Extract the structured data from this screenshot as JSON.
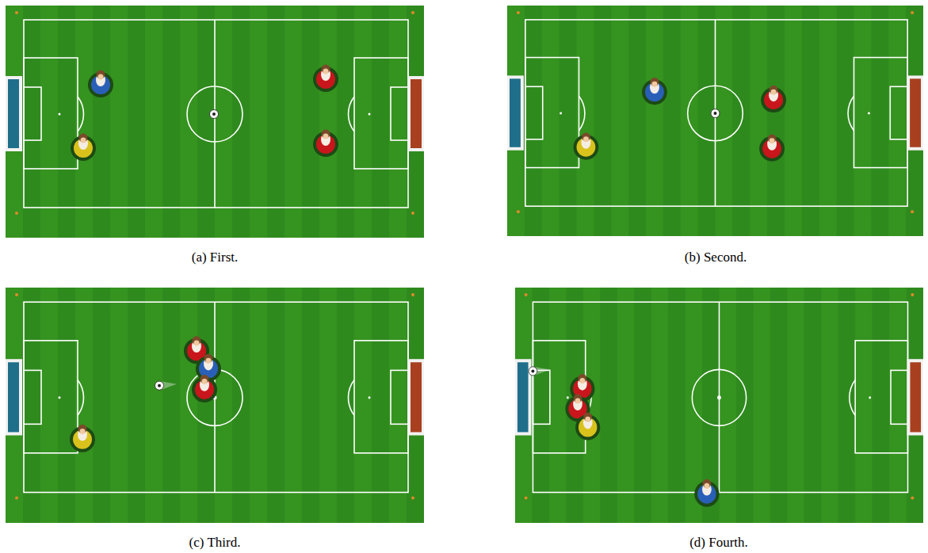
{
  "diagram": {
    "labels": [
      "(a) First.",
      "(b) Second.",
      "(c) Third.",
      "(d) Fourth."
    ]
  }
}
